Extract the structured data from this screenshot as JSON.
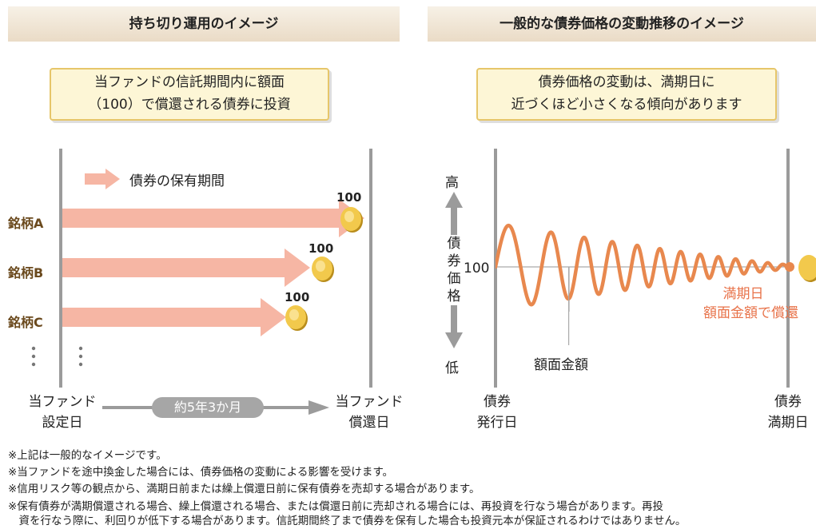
{
  "left": {
    "banner": "持ち切り運用のイメージ",
    "callout_line1": "当ファンドの信託期間内に額面",
    "callout_line2": "（100）で償還される債券に投資",
    "legend": "債券の保有期間",
    "bonds": [
      {
        "name": "銘柄A",
        "value": "100"
      },
      {
        "name": "銘柄B",
        "value": "100"
      },
      {
        "name": "銘柄C",
        "value": "100"
      }
    ],
    "start_line1": "当ファンド",
    "start_line2": "設定日",
    "end_line1": "当ファンド",
    "end_line2": "償還日",
    "period": "約5年3か月"
  },
  "right": {
    "banner": "一般的な債券価格の変動推移のイメージ",
    "callout_line1": "債券価格の変動は、満期日に",
    "callout_line2": "近づくほど小さくなる傾向があります",
    "high": "高",
    "low": "低",
    "axis_label": [
      "債",
      "券",
      "価",
      "格"
    ],
    "par": "100",
    "face_amount": "額面金額",
    "maturity_line1": "満期日",
    "maturity_line2": "額面金額で償還",
    "issue_line1": "債券",
    "issue_line2": "発行日",
    "mat_line1": "債券",
    "mat_line2": "満期日"
  },
  "notes": [
    "※上記は一般的なイメージです。",
    "※当ファンドを途中換金した場合には、債券価格の変動による影響を受けます。",
    "※信用リスク等の観点から、満期日前または繰上償還日前に保有債券を売却する場合があります。",
    "※保有債券が満期償還される場合、繰上償還される場合、または償還日前に売却される場合には、再投資を行なう場合があります。再投",
    "　資を行なう際に、利回りが低下する場合があります。信託期間終了まで債券を保有した場合も投資元本が保証されるわけではありません。"
  ],
  "colors": {
    "holding_arrow": "#f6b6a4",
    "wave": "#e8884e",
    "maturity_text": "#e8734a",
    "brand_text": "#6b4a1e"
  }
}
